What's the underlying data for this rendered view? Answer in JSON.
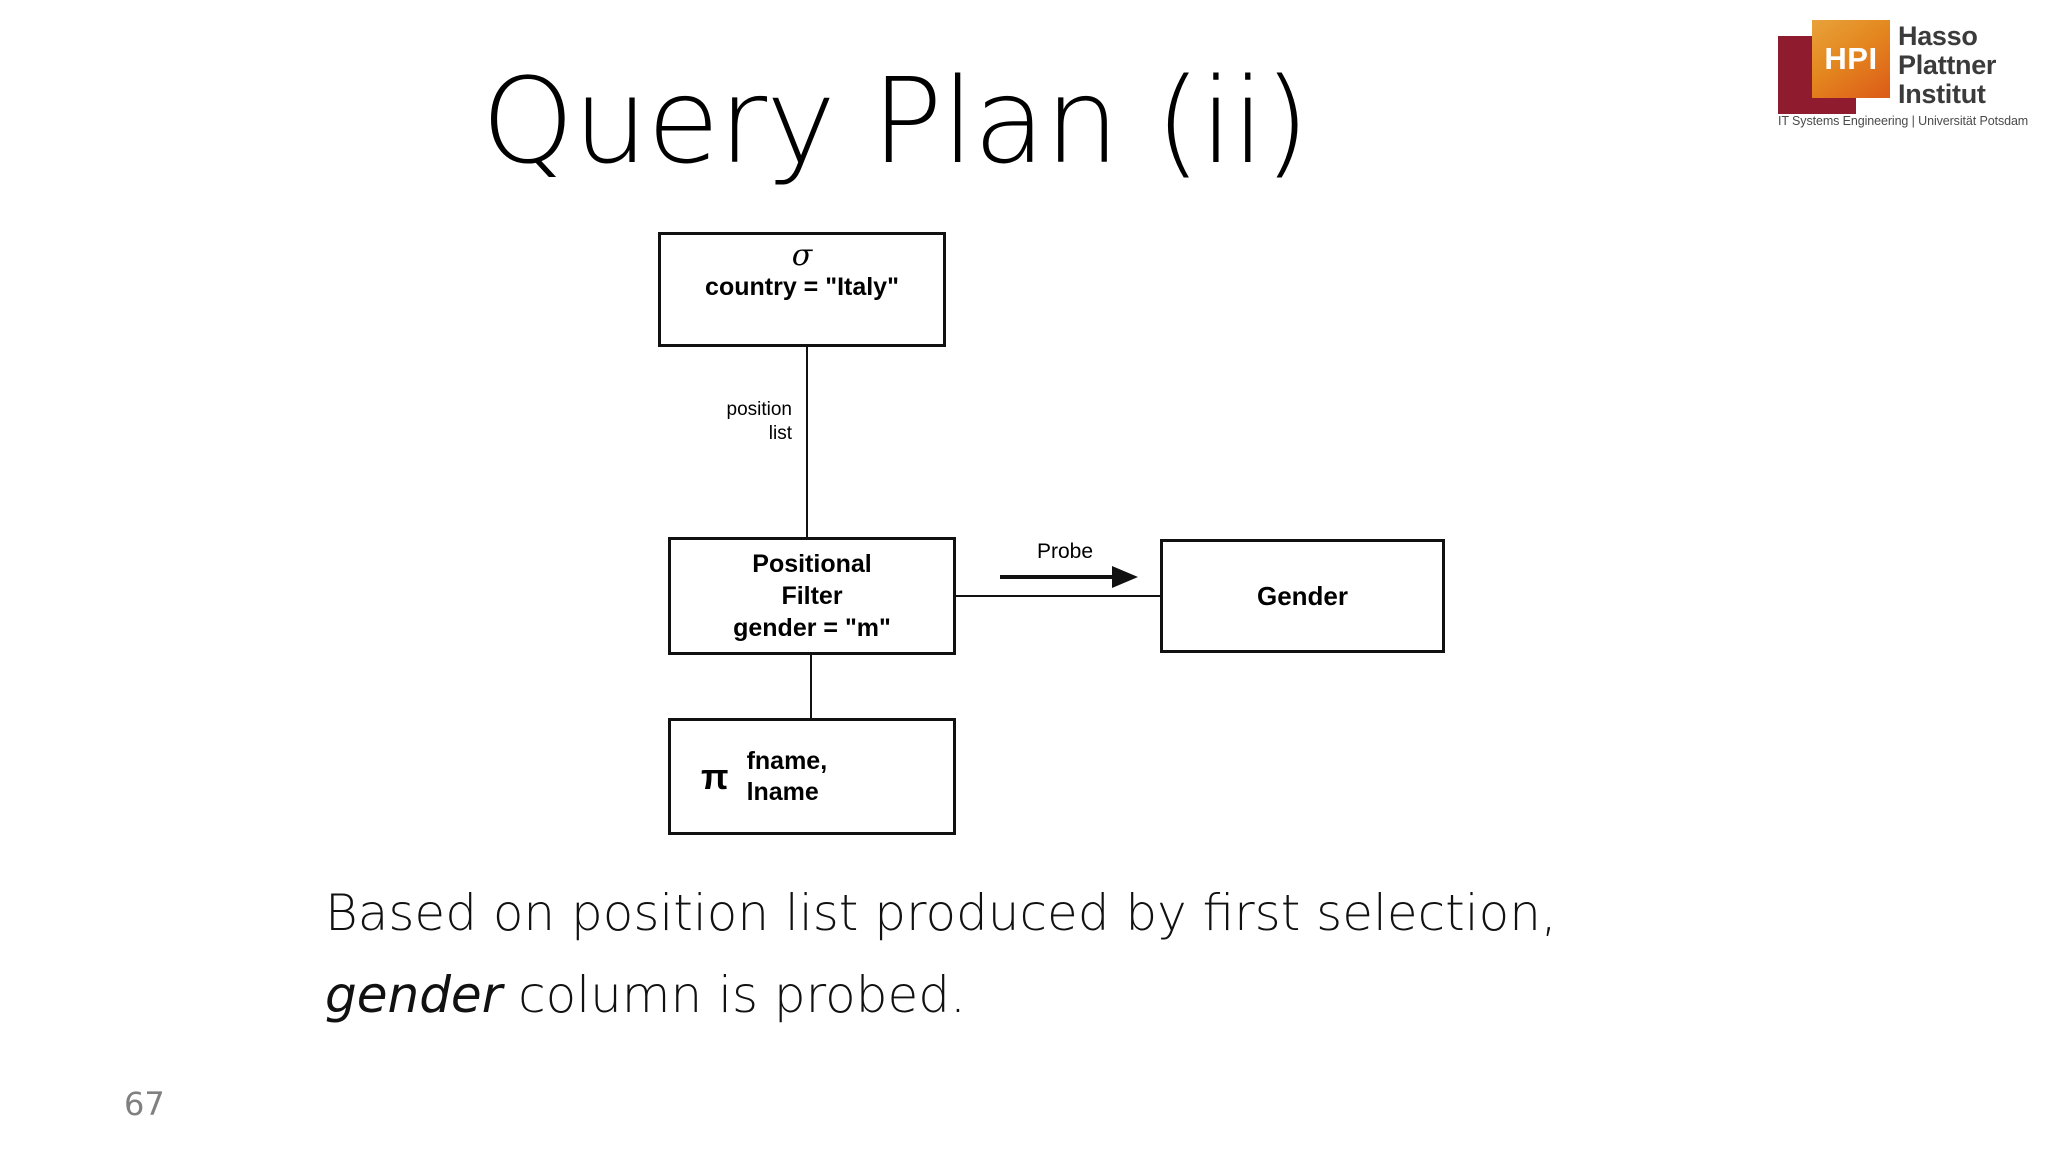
{
  "slide": {
    "title": "Query Plan (ii)",
    "page_number": "67"
  },
  "logo": {
    "mark_text": "HPI",
    "wordmark_line1": "Hasso",
    "wordmark_line2": "Plattner",
    "wordmark_line3": "Institut",
    "tagline": "IT Systems Engineering | Universität Potsdam",
    "color_red": "#8E1B2E",
    "color_orange": "#DC5A18",
    "color_text": "#3B3B3B"
  },
  "diagram": {
    "type": "query-plan-tree",
    "nodes": {
      "selection": {
        "operator_symbol": "σ",
        "predicate": "country = \"Italy\""
      },
      "positional_filter": {
        "line1": "Positional",
        "line2": "Filter",
        "line3": "gender = \"m\""
      },
      "gender": {
        "label": "Gender"
      },
      "projection": {
        "operator_symbol": "π",
        "attr_line1": "fname,",
        "attr_line2": "lname"
      }
    },
    "edges": {
      "selection_to_filter_label_line1": "position",
      "selection_to_filter_label_line2": "list",
      "filter_to_gender_label": "Probe"
    }
  },
  "caption": {
    "line1_part1": "Based on position list produced by first selection,",
    "line2_emphasis": "gender",
    "line2_rest": " column is probed."
  }
}
